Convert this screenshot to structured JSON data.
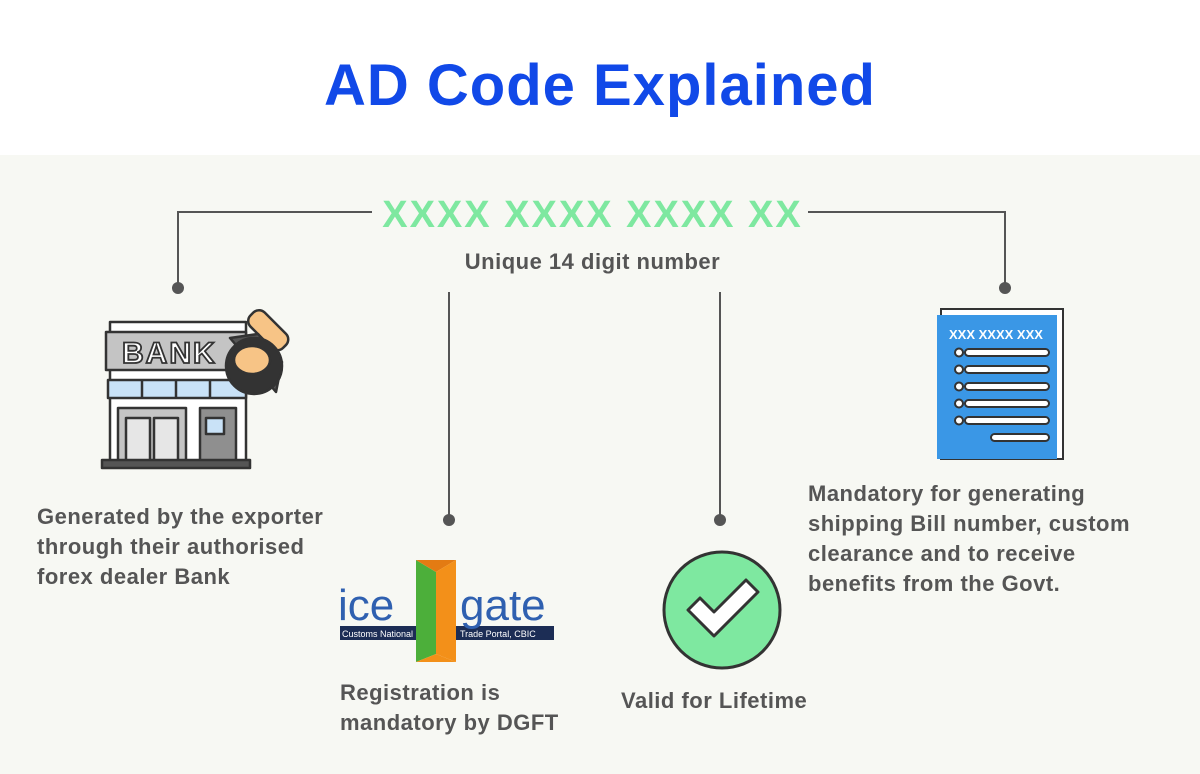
{
  "colors": {
    "title": "#1149e8",
    "code": "#7ee8a0",
    "text": "#555555",
    "line": "#555555",
    "background": "#f7f8f3",
    "check_green": "#7ee8a0",
    "doc_blue": "#3a97e6",
    "stamp_orange": "#f7c486",
    "icegate_orange": "#f39019",
    "icegate_green": "#4caf3a",
    "icegate_blue": "#2f60b0",
    "icegate_navy": "#1c2d55"
  },
  "title": "AD Code Explained",
  "code": {
    "value": "XXXX XXXX XXXX XX",
    "caption": "Unique 14 digit number"
  },
  "bank": {
    "sign_text": "BANK",
    "description": [
      "Generated by the exporter",
      "through their authorised",
      "forex dealer Bank"
    ]
  },
  "icegate": {
    "logo_left": "ice",
    "logo_right": "gate",
    "tagline_left": "Customs National",
    "tagline_right": "Trade Portal, CBIC",
    "description": [
      "Registration is",
      "mandatory by DGFT"
    ]
  },
  "validity": {
    "description": "Valid for Lifetime"
  },
  "document": {
    "header_text": "XXX XXXX XXX",
    "description": [
      "Mandatory for generating",
      "shipping Bill number, custom",
      "clearance and to receive",
      "benefits from the Govt."
    ]
  }
}
